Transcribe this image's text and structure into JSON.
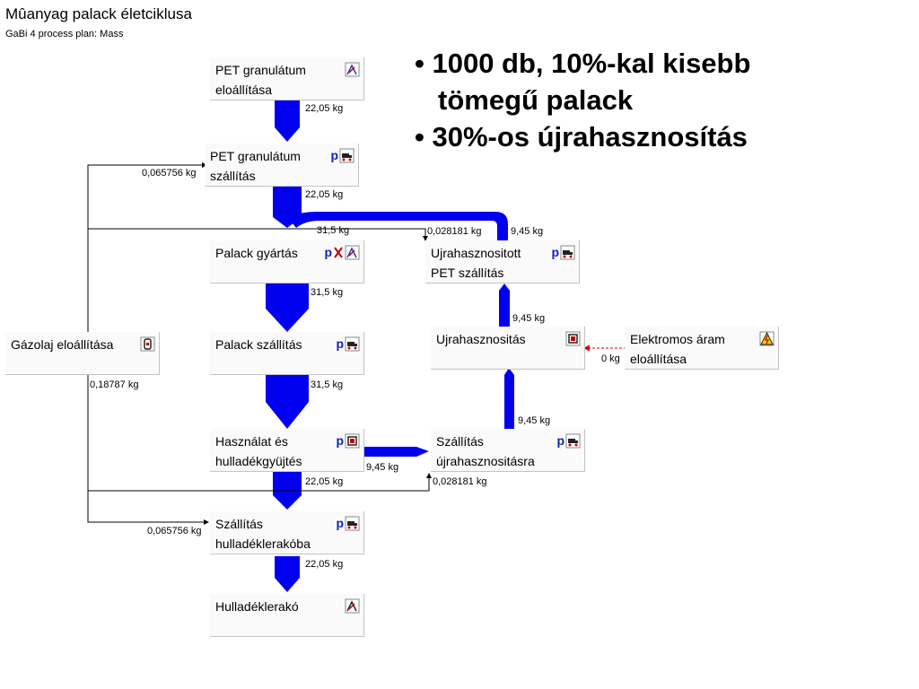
{
  "header": {
    "title": "Mûanyag palack életciklusa",
    "subtitle": "GaBi 4 process plan: Mass"
  },
  "notes": [
    "• 1000 db, 10%-kal kisebb",
    "tömegű palack",
    "• 30%-os újrahasznosítás"
  ],
  "processes": {
    "pet_granulate_prod": "PET granulátum\neloállítása",
    "pet_granulate_transport": "PET granulátum\nszállítás",
    "bottle_production": "Palack gyártás",
    "recycled_pet_transport": "Ujrahasznositott\nPET szállítás",
    "diesel_production": "Gázolaj eloállítása",
    "bottle_transport": "Palack szállítás",
    "recycling": "Ujrahasznositás",
    "electricity_production": "Elektromos áram\neloállítása",
    "use_collection": "Használat és\nhulladékgyüjtés",
    "transport_to_recycling": "Szállítás\nújrahasznositásra",
    "transport_to_landfill": "Szállítás\nhulladéklerakóba",
    "landfill": "Hulladéklerakó"
  },
  "icon_p": "p",
  "flows": {
    "f1": "22,05 kg",
    "f2": "22,05 kg",
    "f3": "31,5 kg",
    "f4": "31,5 kg",
    "f5": "31,5 kg",
    "f6": "22,05 kg",
    "f7": "22,05 kg",
    "f8": "9,45 kg",
    "f9": "9,45 kg",
    "f10": "9,45 kg",
    "f11": "9,45 kg",
    "diesel_to_pet_transport": "0,065756 kg",
    "diesel_out": "0,18787 kg",
    "diesel_to_landfill_transport": "0,065756 kg",
    "diesel_to_recycled_transport": "0,028181 kg",
    "diesel_to_recycling_transport": "0,028181 kg",
    "electricity": "0 kg"
  },
  "colors": {
    "flow": "#0000ee",
    "diesel_line": "#000000",
    "electricity_line": "#dd0000",
    "box_fill": "#fbfafa"
  }
}
